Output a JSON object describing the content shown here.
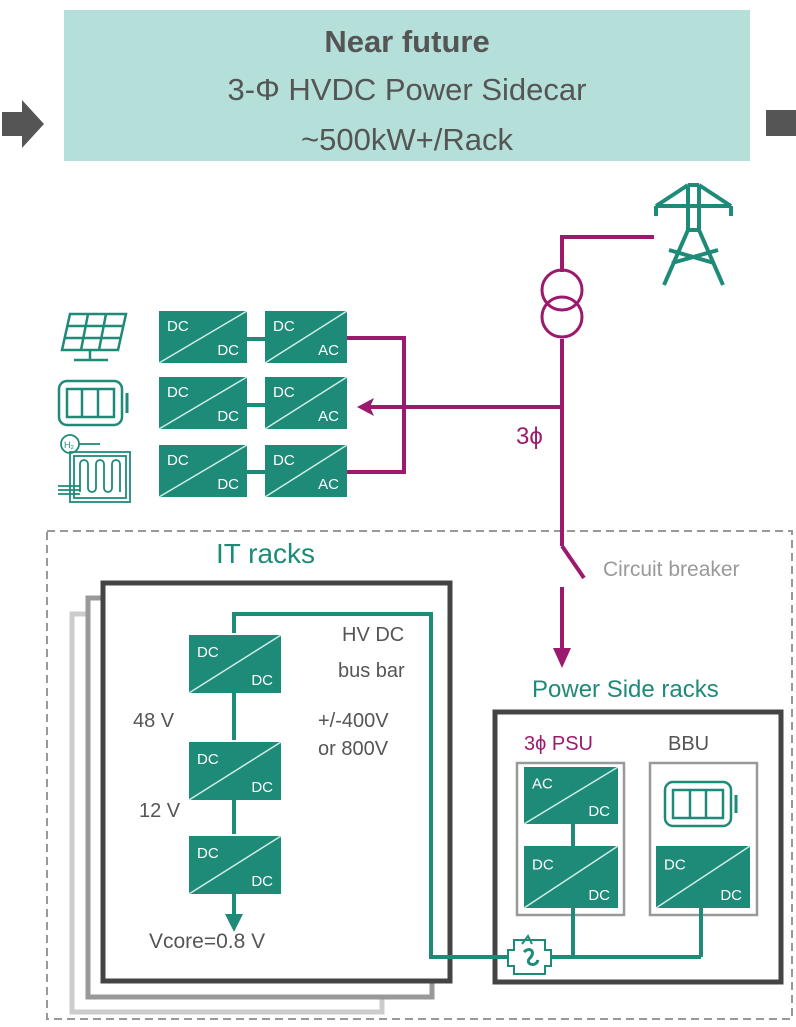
{
  "banner": {
    "title": "Near future",
    "subtitle": "3-Φ HVDC Power Sidecar",
    "rating": "~500kW+/Rack"
  },
  "colors": {
    "teal": "#1e8a78",
    "magenta": "#9b1a6e",
    "banner_bg": "#b5dfd9",
    "text_gray": "#555555",
    "dark_frame": "#444444"
  },
  "sources": {
    "icons": [
      "solar-panel",
      "battery",
      "hydrogen-fuel-cell"
    ],
    "converters": [
      {
        "stage1": [
          "DC",
          "DC"
        ],
        "stage2": [
          "DC",
          "AC"
        ]
      },
      {
        "stage1": [
          "DC",
          "DC"
        ],
        "stage2": [
          "DC",
          "AC"
        ]
      },
      {
        "stage1": [
          "DC",
          "DC"
        ],
        "stage2": [
          "DC",
          "AC"
        ]
      }
    ]
  },
  "grid": {
    "phase_label": "3ϕ",
    "breaker_label": "Circuit breaker"
  },
  "it_racks": {
    "title": "IT racks",
    "bus_label_1": "HV DC",
    "bus_label_2": "bus bar",
    "voltage_1": "+/-400V",
    "voltage_2": "or 800V",
    "v48": "48 V",
    "v12": "12 V",
    "vcore": "Vcore=0.8 V",
    "converters": [
      [
        "DC",
        "DC"
      ],
      [
        "DC",
        "DC"
      ],
      [
        "DC",
        "DC"
      ]
    ]
  },
  "power_side": {
    "title": "Power Side racks",
    "psu_label": "3ϕ PSU",
    "bbu_label": "BBU",
    "psu_converters": [
      [
        "AC",
        "DC"
      ],
      [
        "DC",
        "DC"
      ]
    ],
    "bbu_converter": [
      "DC",
      "DC"
    ]
  }
}
